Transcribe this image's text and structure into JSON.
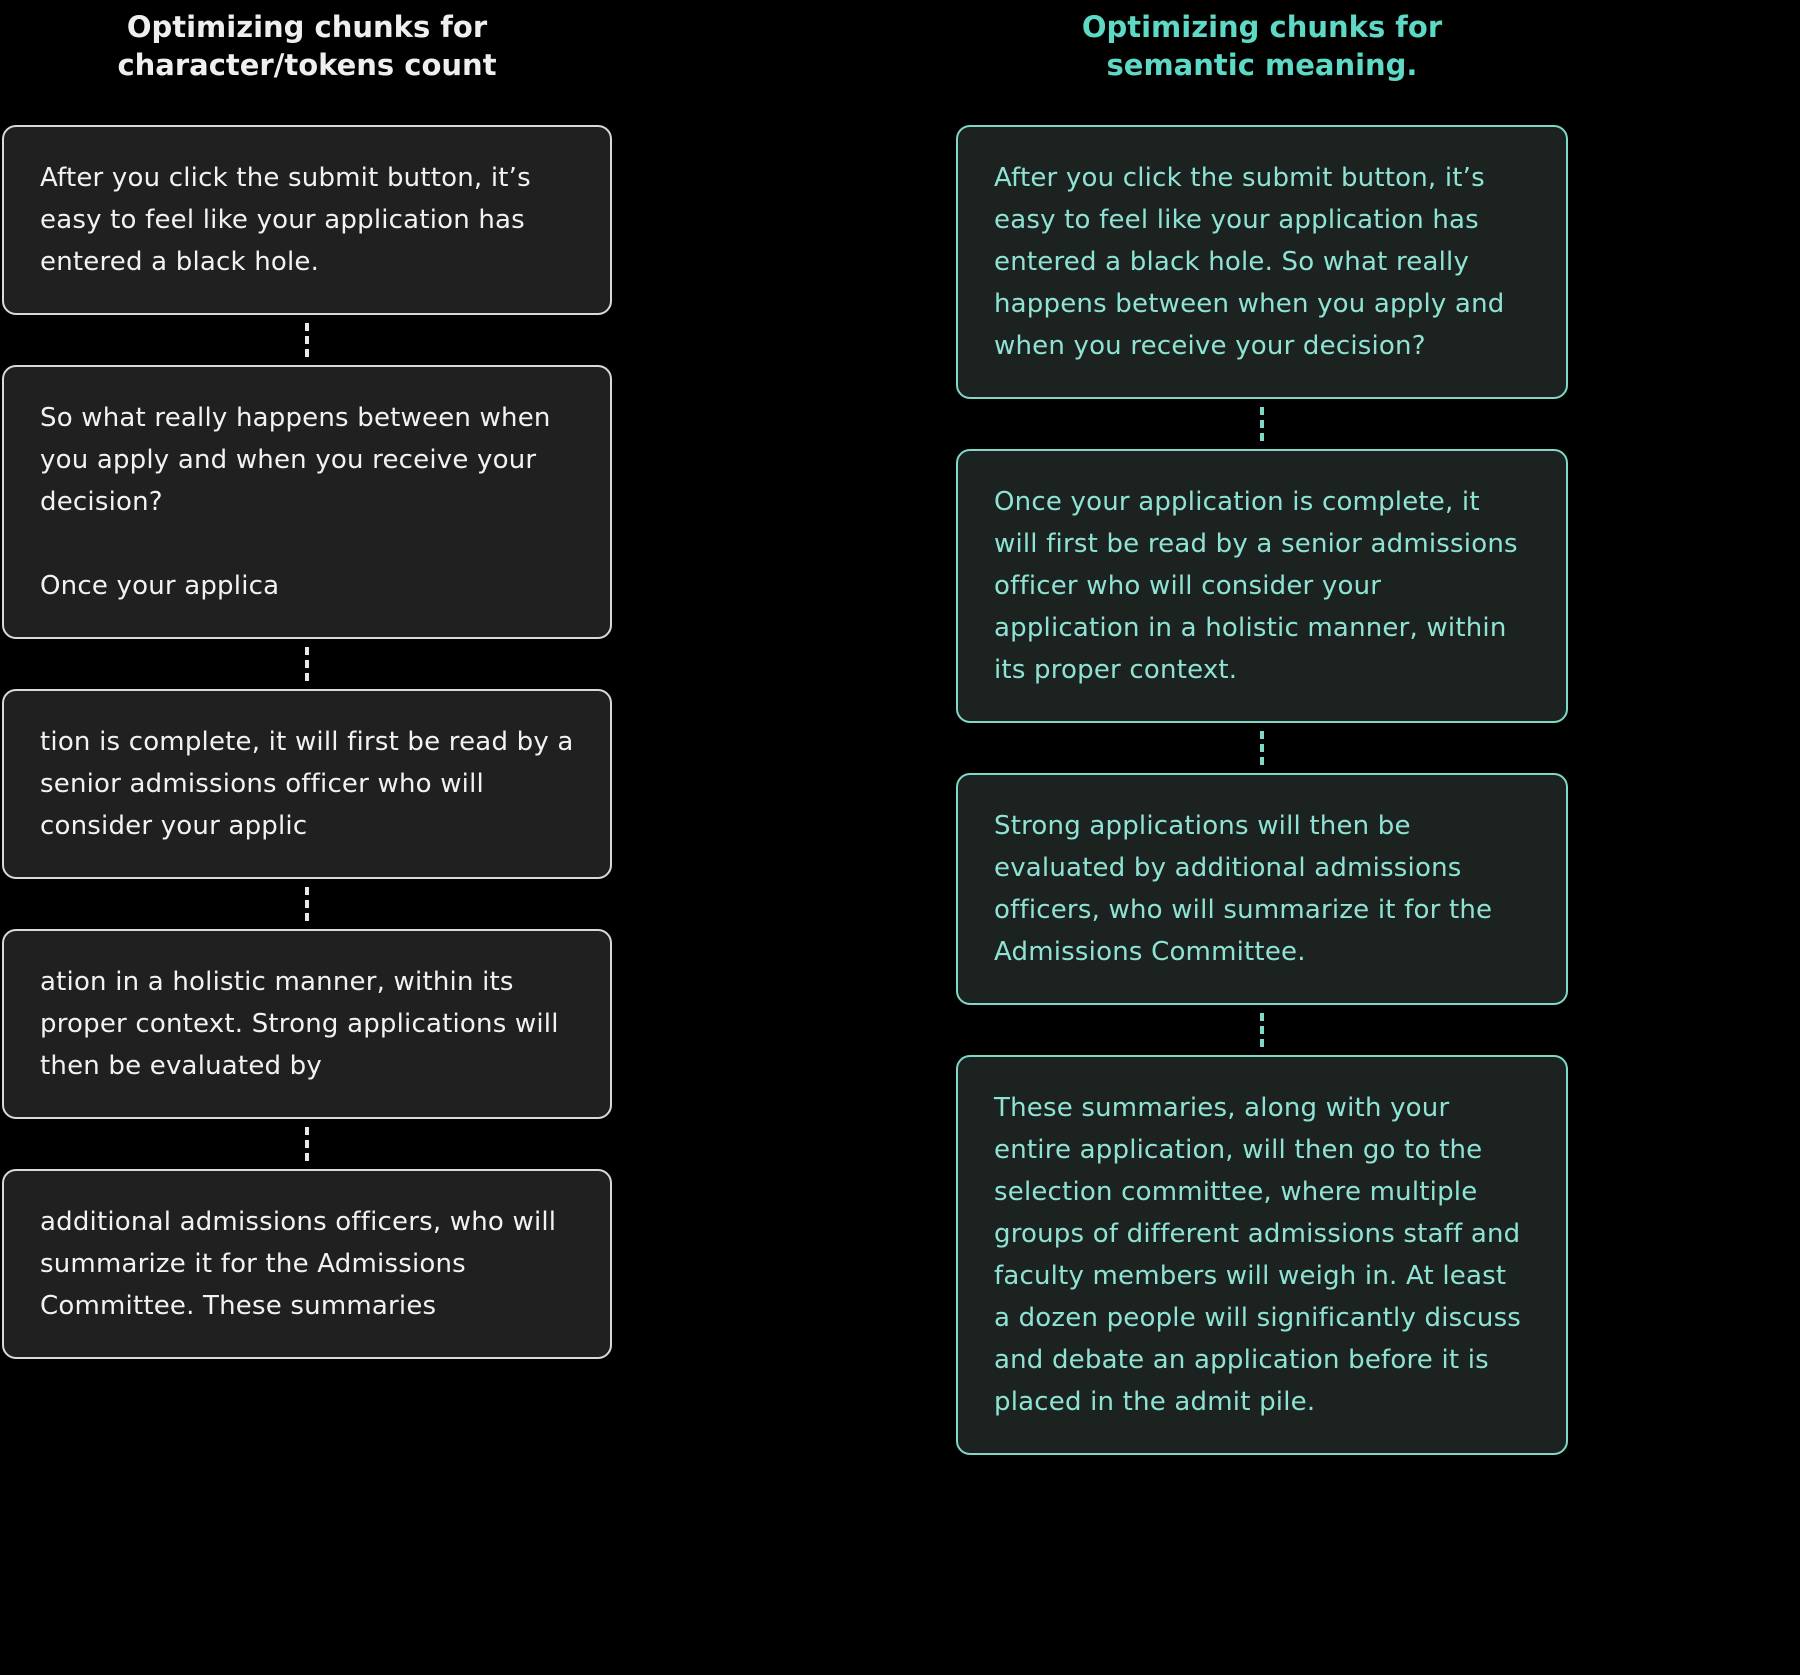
{
  "colors": {
    "background": "#000000",
    "left_accent": "#f2f2f2",
    "right_accent": "#7fd8c8"
  },
  "left_column": {
    "heading": "Optimizing chunks for\ncharacter/tokens count",
    "boxes": [
      {
        "text": "After you click the submit button, it’s easy to feel like your application has entered a black hole."
      },
      {
        "text": "So what really happens between when you apply and when you receive your decision?\n\nOnce your applica"
      },
      {
        "text": "tion is complete, it will first be read by a senior admissions officer who will consider your applic"
      },
      {
        "text": "ation in a holistic manner, within its proper context. Strong applications will then be evaluated by"
      },
      {
        "text": "additional admissions officers, who will summarize it for the Admissions Committee. These summaries"
      }
    ]
  },
  "right_column": {
    "heading": "Optimizing chunks for\nsemantic meaning.",
    "boxes": [
      {
        "text": "After you click the submit button, it’s easy to feel like your application has entered a black hole. So what really happens between when you apply and when you receive your decision?"
      },
      {
        "text": "Once your application is complete, it will first be read by a senior admissions officer who will consider your application in a holistic manner, within its proper context."
      },
      {
        "text": "Strong applications will then be evaluated by additional admissions officers, who will summarize it for the Admissions Committee."
      },
      {
        "text": "These summaries, along with your entire application, will then go to the selection committee, where multiple groups of different admissions staff and faculty members will weigh in. At least a dozen people will significantly discuss and debate an application before it is placed in the admit pile."
      }
    ]
  }
}
